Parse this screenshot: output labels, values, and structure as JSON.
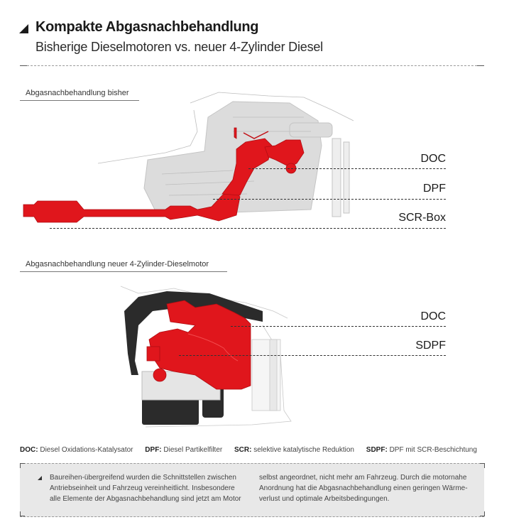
{
  "header": {
    "title": "Kompakte Abgasnachbehandlung",
    "subtitle": "Bisherige Dieselmotoren vs. neuer 4-Zylinder Diesel"
  },
  "sections": [
    {
      "label": "Abgasnachbehandlung bisher",
      "callouts": [
        "DOC",
        "DPF",
        "SCR-Box"
      ]
    },
    {
      "label": "Abgasnachbehandlung neuer 4-Zylinder-Dieselmotor",
      "callouts": [
        "DOC",
        "SDPF"
      ]
    }
  ],
  "legend": [
    {
      "abbr": "DOC:",
      "text": "Diesel Oxidations-Katalysator"
    },
    {
      "abbr": "DPF:",
      "text": "Diesel Partikelfilter"
    },
    {
      "abbr": "SCR:",
      "text": "selektive katalytische Reduktion"
    },
    {
      "abbr": "SDPF:",
      "text": "DPF mit SCR-Beschichtung"
    }
  ],
  "info": {
    "col1": [
      "Baureihen-übergreifend wurden die Schnittstellen zwischen",
      "Antriebseinheit und Fahrzeug vereinheitlicht. Insbesondere",
      "alle Elemente der Abgasnachbehandlung sind jetzt am Motor"
    ],
    "col2": [
      "selbst angeordnet, nicht mehr am Fahrzeug. Durch die motornahe",
      "Anordnung hat die Abgasnachbehandlung einen geringen Wärme-",
      "verlust und optimale Arbeitsbedingungen."
    ]
  },
  "colors": {
    "accent_red": "#e0161c",
    "engine_gray": "#d9d9d9",
    "infobox_bg": "#e8e8e8"
  }
}
